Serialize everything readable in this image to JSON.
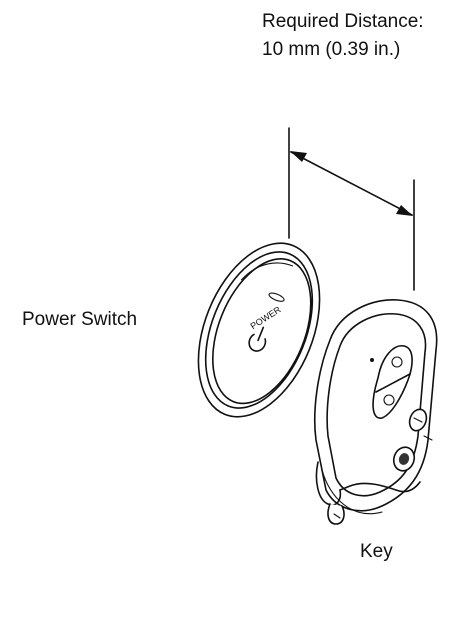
{
  "distance": {
    "title": "Required Distance:",
    "value": "10 mm (0.39 in.)"
  },
  "power_switch": {
    "label": "Power Switch",
    "button_text": "POWER"
  },
  "key": {
    "label": "Key"
  }
}
